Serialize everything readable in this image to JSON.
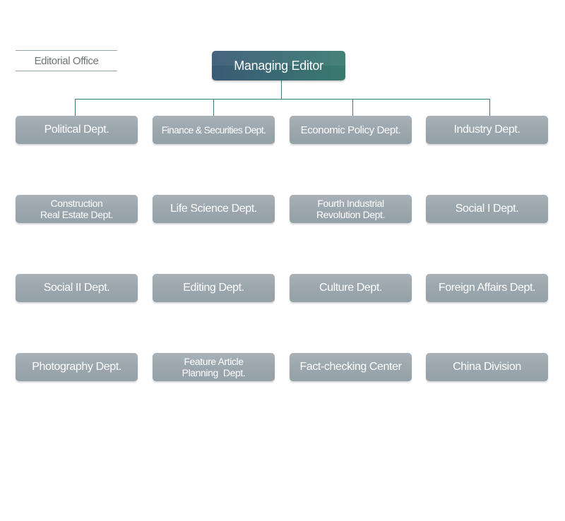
{
  "office": {
    "label": "Editorial Office"
  },
  "head": {
    "label": "Managing Editor"
  },
  "departments": {
    "row1": [
      {
        "lines": [
          "Political Dept."
        ]
      },
      {
        "lines": [
          "Finance & Securities Dept."
        ]
      },
      {
        "lines": [
          "Economic Policy Dept."
        ]
      },
      {
        "lines": [
          "Industry Dept."
        ]
      }
    ],
    "row2": [
      {
        "lines": [
          "Construction",
          "Real Estate Dept."
        ]
      },
      {
        "lines": [
          "Life Science Dept."
        ]
      },
      {
        "lines": [
          "Fourth Industrial",
          "Revolution Dept."
        ]
      },
      {
        "lines": [
          "Social I Dept."
        ]
      }
    ],
    "row3": [
      {
        "lines": [
          "Social II Dept."
        ]
      },
      {
        "lines": [
          "Editing Dept."
        ]
      },
      {
        "lines": [
          "Culture Dept."
        ]
      },
      {
        "lines": [
          "Foreign Affairs Dept."
        ]
      }
    ],
    "row4": [
      {
        "lines": [
          "Photography Dept."
        ]
      },
      {
        "lines": [
          "Feature Article",
          "Planning  Dept."
        ]
      },
      {
        "lines": [
          "Fact-checking Center"
        ]
      },
      {
        "lines": [
          "China Division"
        ]
      }
    ]
  },
  "colors": {
    "head_box": "#396a74",
    "dept_box": "#9ba6ad",
    "connector": "#3d7b80",
    "office_rule": "#9aa3aa",
    "office_text": "#6f7479"
  }
}
